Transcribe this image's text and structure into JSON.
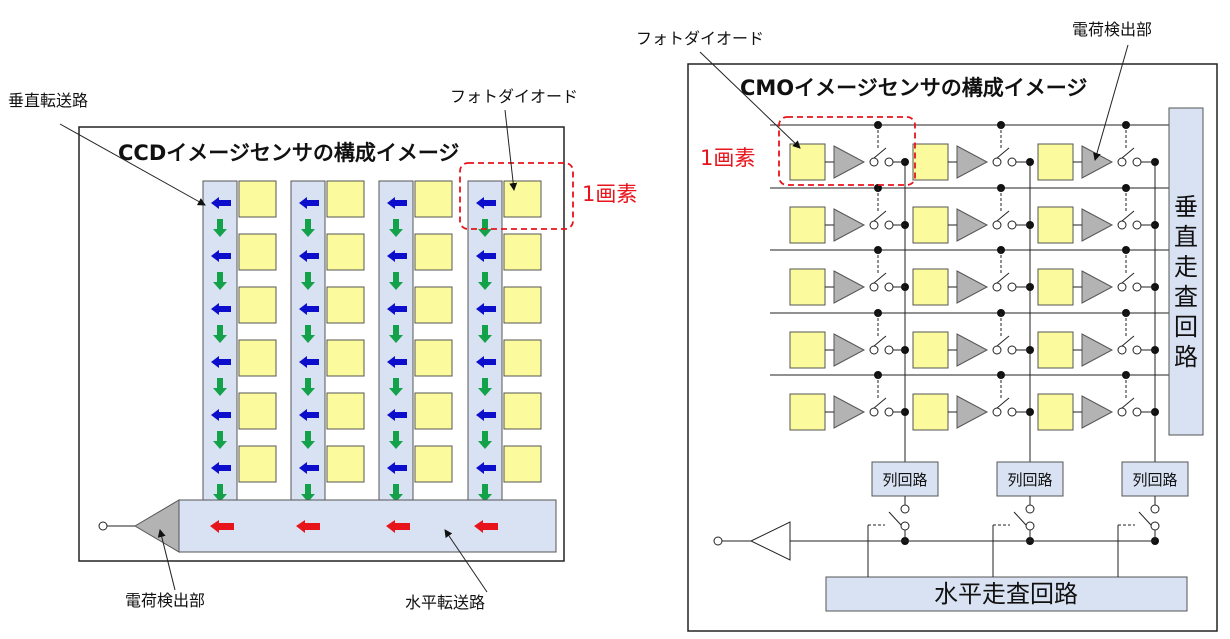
{
  "ccd": {
    "title": "CCDイメージセンサの構成イメージ",
    "labels": {
      "vertical_transfer": "垂直転送路",
      "photodiode": "フォトダイオード",
      "pixel": "1画素",
      "charge_detector": "電荷検出部",
      "horizontal_transfer": "水平転送路"
    },
    "columns": 4,
    "rows": 6
  },
  "cmos": {
    "title": "CMOイメージセンサの構成イメージ",
    "labels": {
      "photodiode": "フォトダイオード",
      "charge_detector": "電荷検出部",
      "pixel": "1画素",
      "vertical_scan": "垂直走査回路",
      "column_circuit": "列回路",
      "horizontal_scan": "水平走査回路"
    },
    "columns": 3,
    "rows": 5
  },
  "colors": {
    "photodiode_fill": "#fbfa9c",
    "transfer_fill": "#d9e2f2",
    "blue_arrow": "#0d0dcc",
    "green_arrow": "#13a24a",
    "red_arrow": "#e8141b",
    "amp_fill": "#b3b3b3",
    "pixel_highlight": "#e8141b"
  }
}
